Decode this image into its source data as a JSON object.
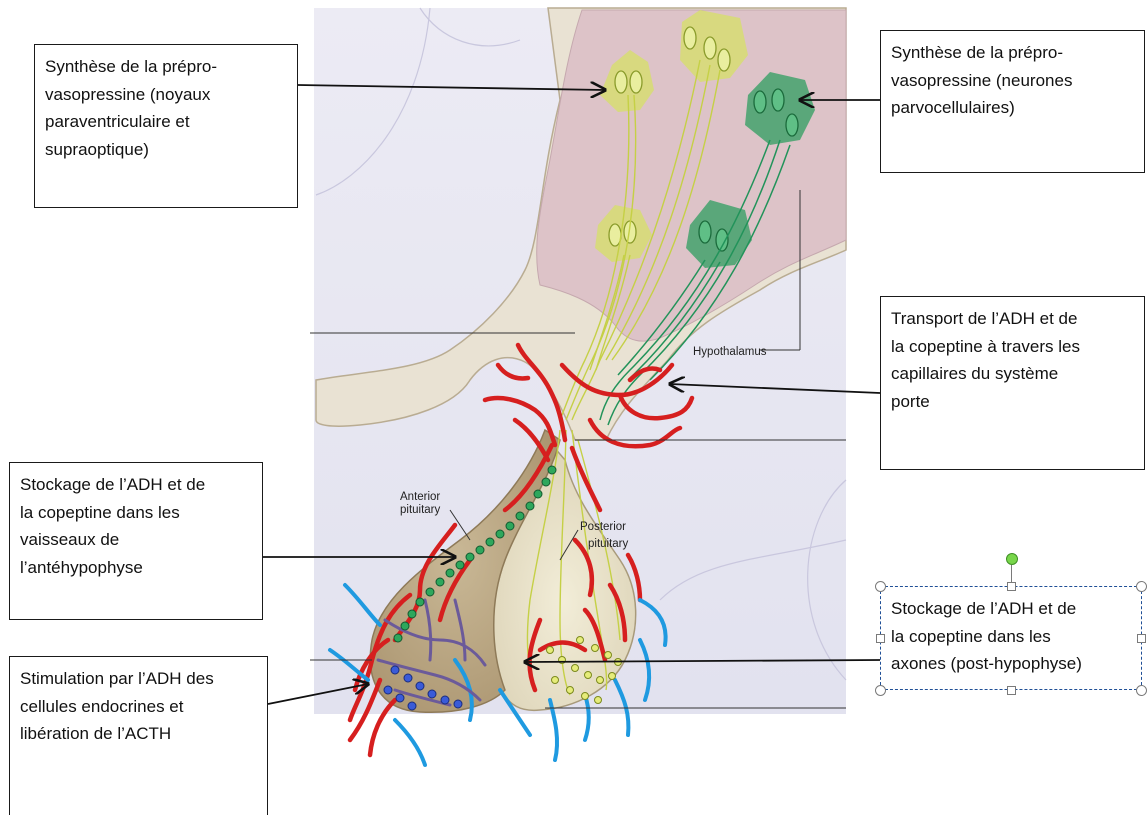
{
  "diagram": {
    "anatomy_labels": {
      "hypothalamus": "Hypothalamus",
      "anterior_1": "Anterior",
      "anterior_2": "pituitary",
      "posterior_1": "Posterior",
      "posterior_2": "pituitary"
    },
    "callouts": {
      "synth_magno": [
        "Synthèse de la prépro-",
        "vasopressine (noyaux",
        "paraventriculaire et",
        "supraoptique)"
      ],
      "synth_parvo": [
        "Synthèse de la prépro-",
        "vasopressine (neurones",
        "parvocellulaires)"
      ],
      "transport": [
        "Transport de l’ADH et de",
        "la copeptine à travers les",
        "capillaires du système",
        "porte"
      ],
      "storage_antero": [
        "Stockage de l’ADH et de",
        "la copeptine dans les",
        "vaisseaux de",
        "l’antéhypophyse"
      ],
      "storage_post": [
        "Stockage de l’ADH et de",
        "la copeptine dans les",
        "axones (post-hypophyse)"
      ],
      "stimulation": [
        "Stimulation par l’ADH des",
        "cellules endocrines et",
        "libération de l’ACTH"
      ]
    },
    "colors": {
      "hypothalamus_fill": "#ddc3c8",
      "tissue_fill": "#e8e1d2",
      "anterior_fill": "#bba98a",
      "capillary_red": "#d61f1f",
      "capillary_blue": "#1f9ae0",
      "magno_neuron": "#d9e56a",
      "parvo_neuron": "#2e9b5a",
      "background_panel": "#e9e9f3"
    }
  }
}
